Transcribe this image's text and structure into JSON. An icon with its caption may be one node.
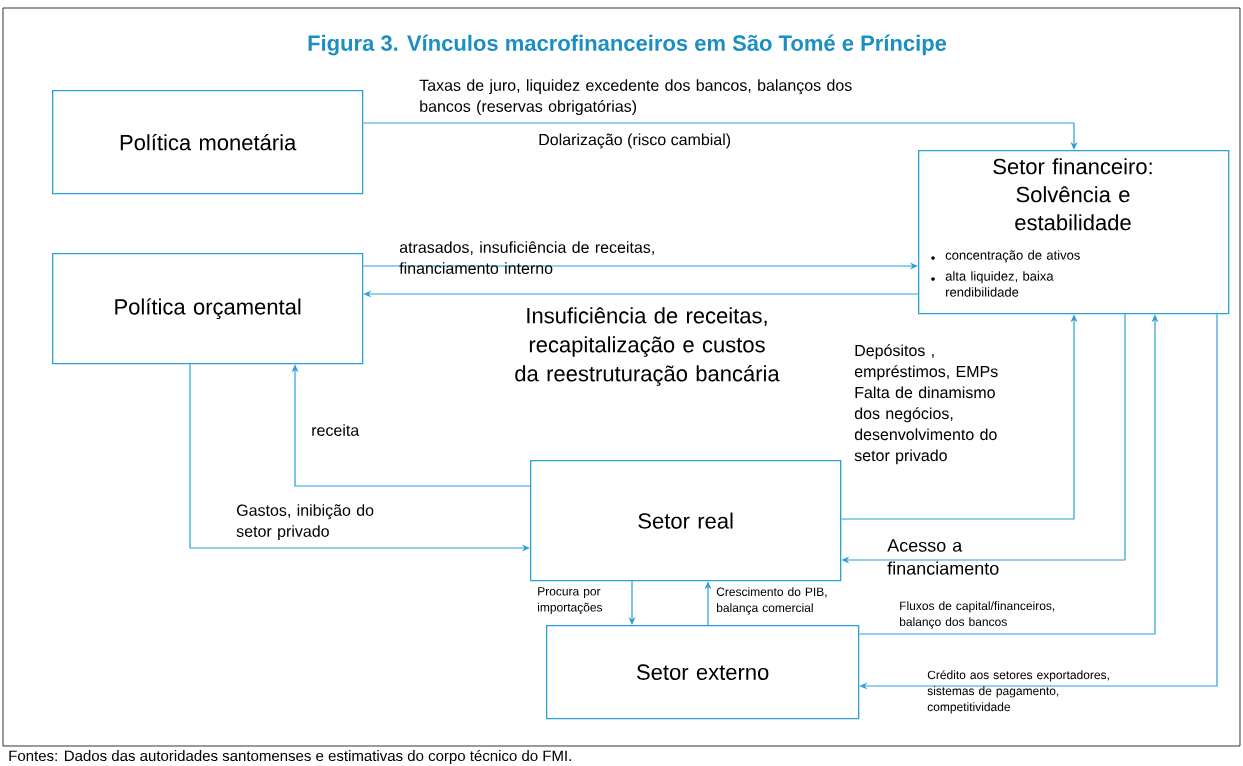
{
  "diagram": {
    "title": "Figura 3. Vínculos macrofinanceiros em São Tomé e Príncipe",
    "caption": "Fontes: Dados das autoridades santomenses e estimativas do corpo técnico do FMI.",
    "nodes": [
      {
        "text": [
          "Política monetária"
        ]
      },
      {
        "text": [
          "Setor financeiro: Solvência e estabilidade",
          "concentração de ativos",
          "alta liquidez, baixa rendibilidade"
        ]
      },
      {
        "text": [
          "Política orçamental"
        ]
      },
      {
        "text": [
          "Setor real"
        ]
      },
      {
        "text": [
          "Setor externo"
        ]
      }
    ],
    "edges": [
      {
        "from": 0,
        "to": 1,
        "arrow": "to",
        "label": "Taxas de juro, liquidez excedente dos bancos, balanços dos bancos (reservas obrigatórias)"
      },
      {
        "from": 2,
        "to": 1,
        "arrow": "to",
        "label": "atrasados, insuficiência de receitas, financiamento interno"
      },
      {
        "from": 1,
        "to": 2,
        "arrow": "to",
        "label": "Insuficiência de receitas, recapitalização e custos da reestruturação bancária"
      },
      {
        "from": 3,
        "to": 2,
        "arrow": "to",
        "label": "receita"
      },
      {
        "from": 2,
        "to": 3,
        "arrow": "to",
        "label": "Gastos, inibição do setor privado"
      },
      {
        "from": 3,
        "to": 1,
        "arrow": "to",
        "label": "Depósitos , empréstimos, EMPs Falta de dinamismo dos negócios, desenvolvimento do setor privado"
      },
      {
        "from": 1,
        "to": 3,
        "arrow": "to",
        "label": "Acesso a financiamento"
      },
      {
        "from": 3,
        "to": 4,
        "arrow": "to",
        "label": "Procura por importações"
      },
      {
        "from": 4,
        "to": 3,
        "arrow": "to",
        "label": "Crescimento do PIB, balança comercial"
      },
      {
        "from": 4,
        "to": 1,
        "arrow": "to",
        "label": "Fluxos de capital/financeiros, balanço dos bancos"
      },
      {
        "from": 1,
        "to": 4,
        "arrow": "to",
        "label": "Crédito aos setores exportadores, sistemas de pagamento, competitividade"
      }
    ],
    "labels": [
      "Dolarização (risco cambial)"
    ]
  }
}
